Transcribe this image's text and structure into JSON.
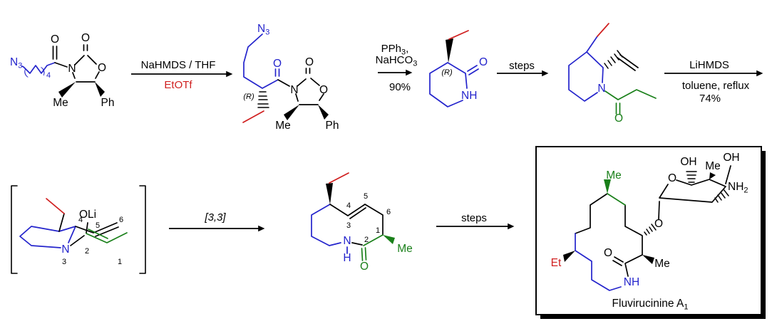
{
  "colors": {
    "blue": "#2424cc",
    "red": "#d01f1f",
    "green": "#1a801a",
    "black": "#000000"
  },
  "arrows": {
    "a1": {
      "above": "NaHMDS / THF",
      "below": "EtOTf"
    },
    "a2": {
      "above1_main": "PPh",
      "above1_sub": "3",
      "above1_tail": ",",
      "above2_main": "NaHCO",
      "above2_sub": "3",
      "below": "90%"
    },
    "a3": {
      "above": "steps"
    },
    "a4": {
      "above": "LiHMDS",
      "below1": "toluene, reflux",
      "below2": "74%"
    },
    "a5": {
      "above": "[3,3]"
    },
    "a6": {
      "above": "steps"
    }
  },
  "s1": {
    "azide_main": "N",
    "azide_sub": "3",
    "paren_open": "(",
    "paren_close": ")",
    "paren_sub": "4",
    "acyl_o": "O",
    "ring_n": "N",
    "carbamate_o": "O",
    "ring_o": "O",
    "me": "Me",
    "ph": "Ph"
  },
  "s2": {
    "azide_main": "N",
    "azide_sub": "3",
    "stereo": "(R)",
    "acyl_o": "O",
    "ring_n": "N",
    "carbamate_o": "O",
    "ring_o": "O",
    "me": "Me",
    "ph": "Ph"
  },
  "s3": {
    "stereo": "(R)",
    "lactam_o": "O",
    "nh": "NH"
  },
  "s4": {
    "ring_n": "N",
    "amide_o": "O"
  },
  "s5": {
    "enolate": "OLi",
    "ring_n": "N",
    "num1": "1",
    "num2": "2",
    "num3": "3",
    "num4": "4",
    "num5": "5",
    "num6": "6"
  },
  "s6": {
    "ring_n": "N",
    "nh_h": "H",
    "lactam_o": "O",
    "me": "Me",
    "num1": "1",
    "num2": "2",
    "num3": "3",
    "num4": "4",
    "num5": "5",
    "num6": "6"
  },
  "product": {
    "me_top": "Me",
    "et": "Et",
    "amide_o": "O",
    "nh": "NH",
    "me_alpha": "Me",
    "glyco_o": "O",
    "sugar": {
      "ring_o": "O",
      "oh_left": "OH",
      "me": "Me",
      "oh_right": "OH",
      "amine_main": "NH",
      "amine_sub": "2"
    },
    "caption_main": "Fluvirucinine A",
    "caption_sub": "1"
  }
}
